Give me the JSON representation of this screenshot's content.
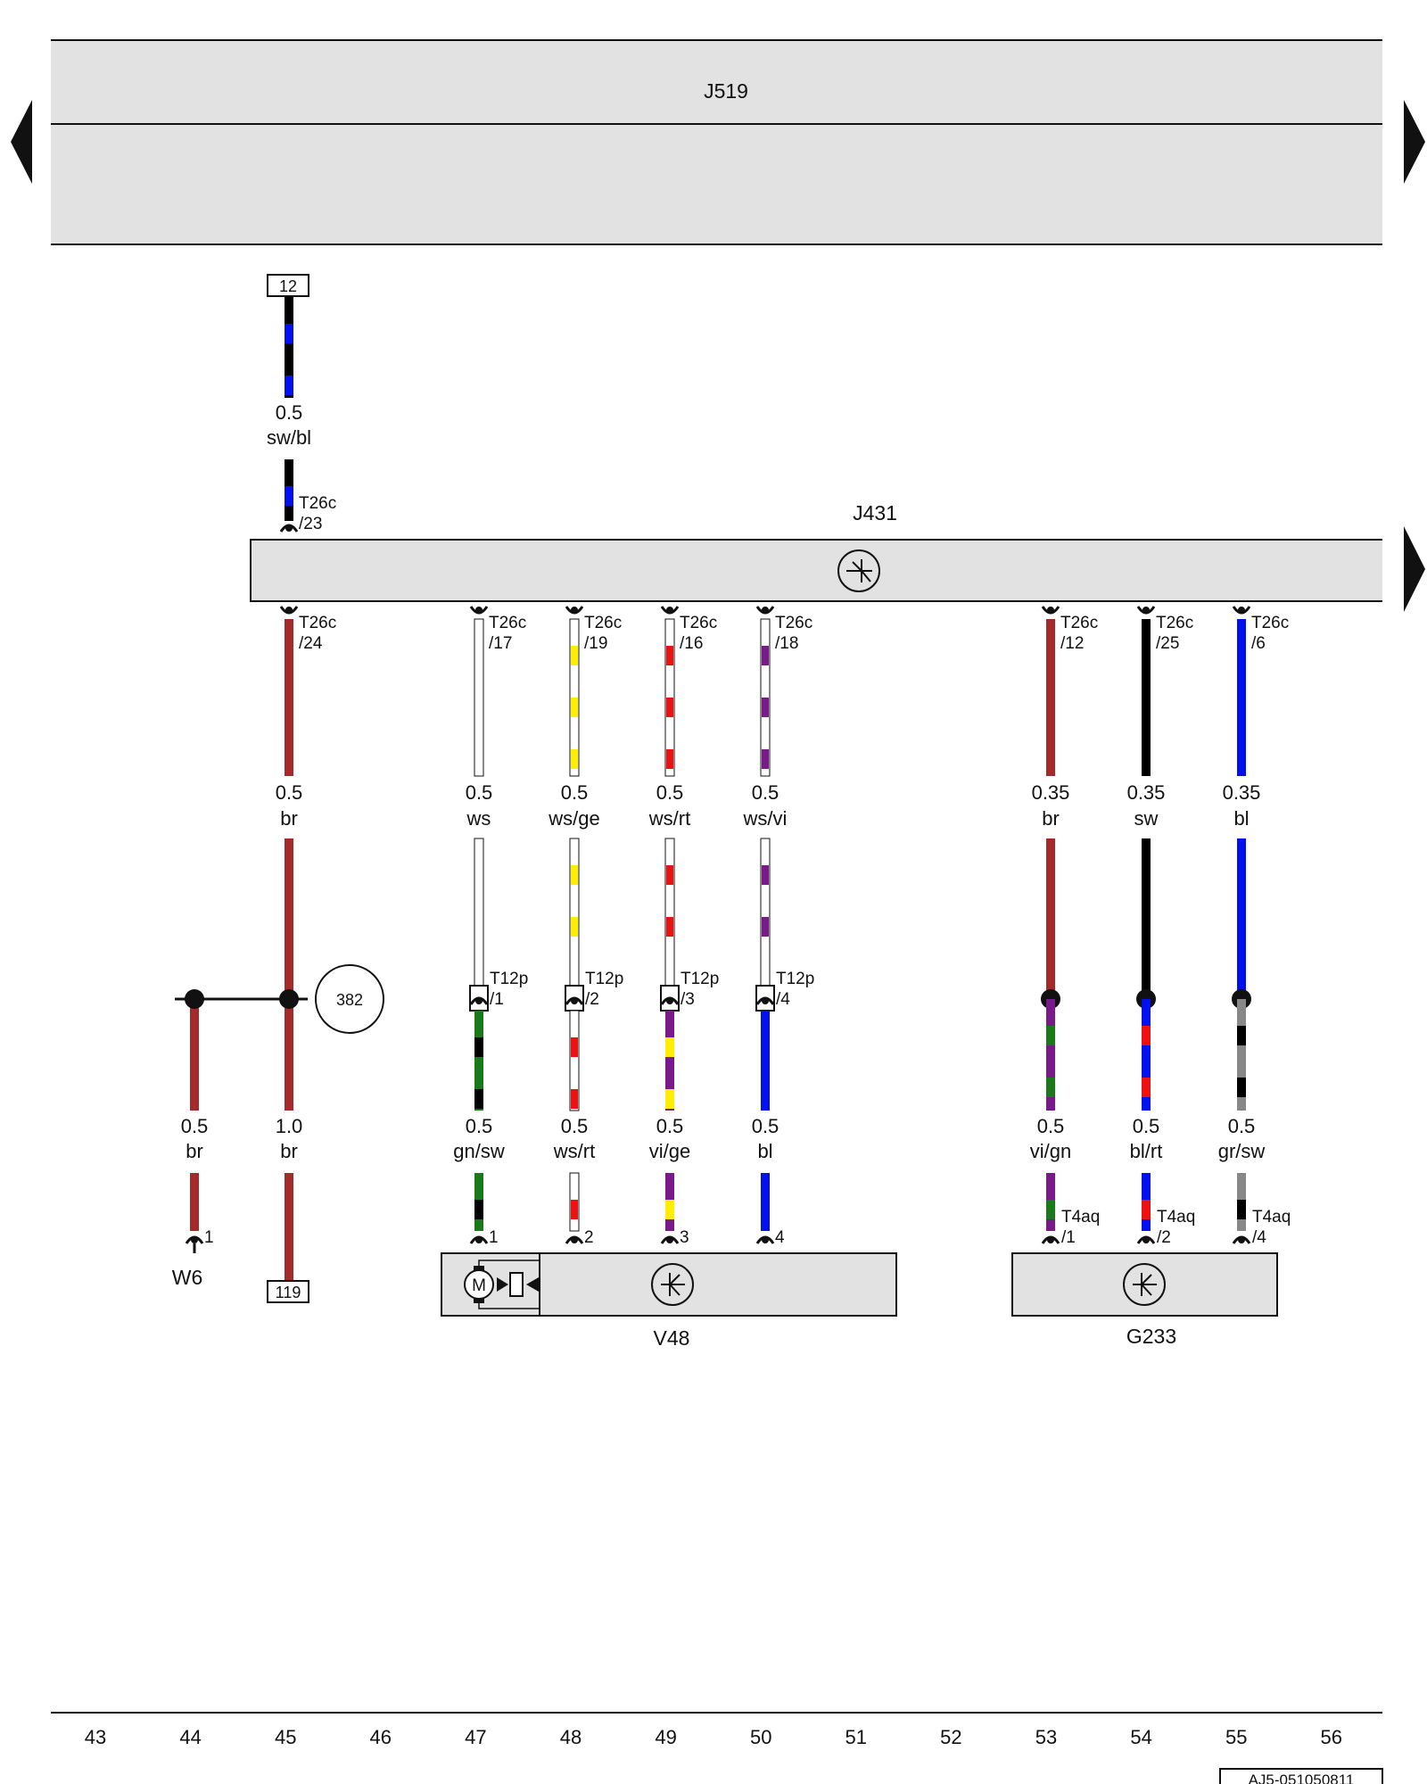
{
  "colors": {
    "sw": "#000000",
    "bl": "#0011ee",
    "br": "#a52a2a",
    "ws": "#ffffff",
    "ge": "#ffee00",
    "rt": "#ee1111",
    "vi": "#7a1a8a",
    "gn": "#1a7a1a",
    "gr": "#888888",
    "box_fill": "#e2e2e2",
    "line": "#111111"
  },
  "components": {
    "j519": {
      "code": "J519"
    },
    "j431": {
      "code": "J431"
    },
    "v48": {
      "code": "V48"
    },
    "g233": {
      "code": "G233"
    },
    "w6": {
      "code": "W6"
    }
  },
  "references": {
    "top_box": "12",
    "bottom_box": "119",
    "circle": "382",
    "footer_id": "AJ5-051050811"
  },
  "wire_top": {
    "size": "0.5",
    "color": "sw/bl",
    "connector": "T26c",
    "pin": "/23"
  },
  "wires_j431": [
    {
      "size": "0.5",
      "color": "br",
      "connector": "T26c",
      "pin": "/24"
    },
    {
      "size": "0.5",
      "color": "ws",
      "connector": "T26c",
      "pin": "/17"
    },
    {
      "size": "0.5",
      "color": "ws/ge",
      "connector": "T26c",
      "pin": "/19"
    },
    {
      "size": "0.5",
      "color": "ws/rt",
      "connector": "T26c",
      "pin": "/16"
    },
    {
      "size": "0.5",
      "color": "ws/vi",
      "connector": "T26c",
      "pin": "/18"
    },
    {
      "size": "0.35",
      "color": "br",
      "connector": "T26c",
      "pin": "/12"
    },
    {
      "size": "0.35",
      "color": "sw",
      "connector": "T26c",
      "pin": "/25"
    },
    {
      "size": "0.35",
      "color": "bl",
      "connector": "T26c",
      "pin": "/6"
    }
  ],
  "connectors_t12p": [
    {
      "connector": "T12p",
      "pin": "/1"
    },
    {
      "connector": "T12p",
      "pin": "/2"
    },
    {
      "connector": "T12p",
      "pin": "/3"
    },
    {
      "connector": "T12p",
      "pin": "/4"
    }
  ],
  "wires_lower": [
    {
      "size": "0.5",
      "color": "br"
    },
    {
      "size": "1.0",
      "color": "br"
    },
    {
      "size": "0.5",
      "color": "gn/sw"
    },
    {
      "size": "0.5",
      "color": "ws/rt"
    },
    {
      "size": "0.5",
      "color": "vi/ge"
    },
    {
      "size": "0.5",
      "color": "bl"
    },
    {
      "size": "0.5",
      "color": "vi/gn"
    },
    {
      "size": "0.5",
      "color": "bl/rt"
    },
    {
      "size": "0.5",
      "color": "gr/sw"
    }
  ],
  "pins_bottom": [
    {
      "connector": "",
      "pin": "1"
    },
    {
      "connector": "",
      "pin": "1"
    },
    {
      "connector": "",
      "pin": "2"
    },
    {
      "connector": "",
      "pin": "3"
    },
    {
      "connector": "",
      "pin": "4"
    },
    {
      "connector": "T4aq",
      "pin": "/1"
    },
    {
      "connector": "T4aq",
      "pin": "/2"
    },
    {
      "connector": "T4aq",
      "pin": "/4"
    }
  ],
  "columns": [
    "43",
    "44",
    "45",
    "46",
    "47",
    "48",
    "49",
    "50",
    "51",
    "52",
    "53",
    "54",
    "55",
    "56"
  ],
  "icons": [
    "arrow-left-icon",
    "arrow-right-icon",
    "motor-icon",
    "electronic-symbol-icon",
    "ground-pin-icon"
  ]
}
